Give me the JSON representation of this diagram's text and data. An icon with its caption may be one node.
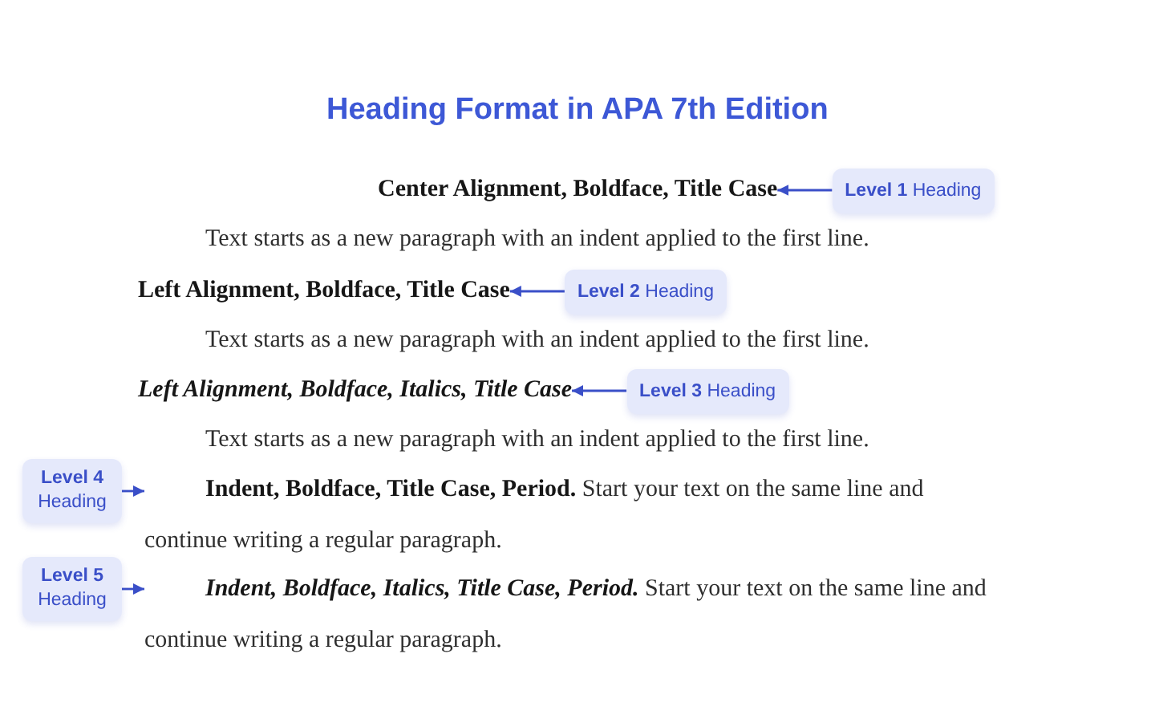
{
  "diagram": {
    "title": "Heading Format in APA 7th Edition",
    "nodes": [
      {
        "text": [
          "Center Alignment, Boldface, Title Case"
        ]
      },
      {
        "text": [
          "**Level 1** Heading"
        ]
      },
      {
        "text": [
          "Left Alignment, Boldface, Title Case"
        ]
      },
      {
        "text": [
          "**Level 2** Heading"
        ]
      },
      {
        "text": [
          "Left Alignment, Boldface, Italics, Title Case"
        ]
      },
      {
        "text": [
          "**Level 3** Heading"
        ]
      },
      {
        "text": [
          "**Level 4** Heading"
        ]
      },
      {
        "text": [
          "**Indent, Boldface, Title Case, Period.** Start your text on the same line and continue writing a regular paragraph."
        ]
      },
      {
        "text": [
          "**Level 5** Heading"
        ]
      },
      {
        "text": [
          "**Indent, Boldface, Italics, Title Case, Period.** Start your text on the same line and continue writing a regular paragraph."
        ]
      }
    ],
    "edges": [
      {
        "from": 1,
        "to": 0,
        "arrow": "to"
      },
      {
        "from": 3,
        "to": 2,
        "arrow": "to"
      },
      {
        "from": 5,
        "to": 4,
        "arrow": "to"
      },
      {
        "from": 6,
        "to": 7,
        "arrow": "to"
      },
      {
        "from": 8,
        "to": 9,
        "arrow": "to"
      }
    ],
    "labels": [
      "Text starts as a new paragraph with an indent applied to the first line.",
      "Text starts as a new paragraph with an indent applied to the first line.",
      "Text starts as a new paragraph with an indent applied to the first line."
    ]
  }
}
